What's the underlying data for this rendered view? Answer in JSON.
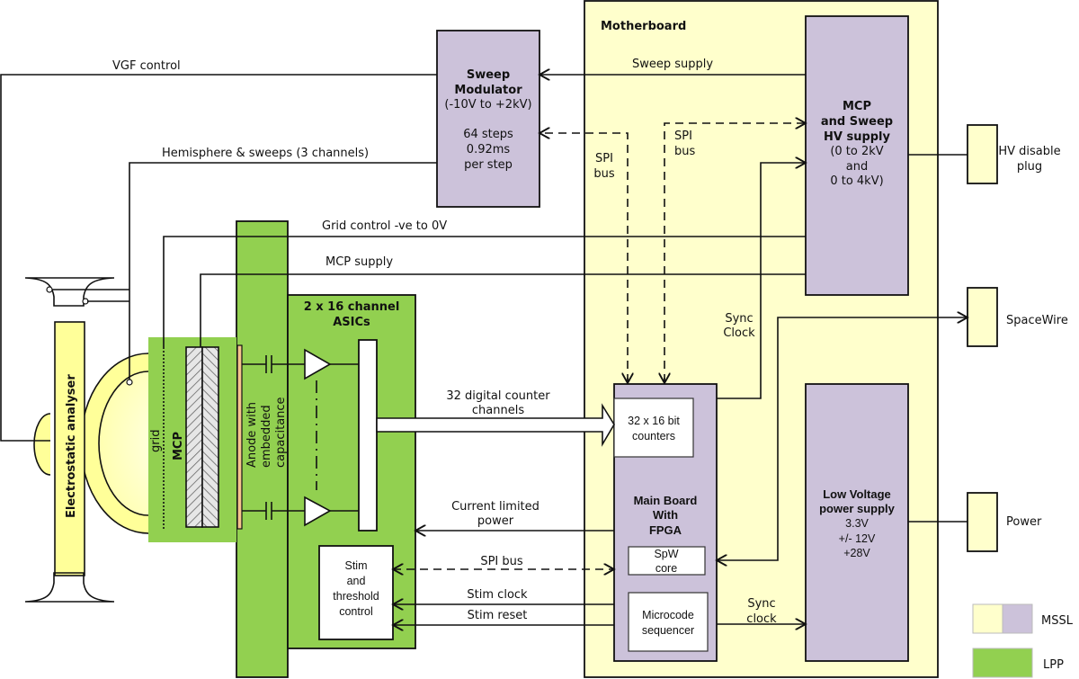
{
  "colors": {
    "mssl_yellow": "#FFFFCC",
    "mssl_purple": "#CCC2DA",
    "lpp_green": "#92D050",
    "analyser_yellow": "#FFFF99",
    "anode_orange": "#F4C48C"
  },
  "motherboard": {
    "title": "Motherboard"
  },
  "sweep_modulator": {
    "title_line1": "Sweep",
    "title_line2": "Modulator",
    "range": "(-10V to +2kV)",
    "steps": "64 steps",
    "step_time": "0.92ms",
    "per_step": "per step"
  },
  "hv_supply": {
    "line1": "MCP",
    "line2": "and Sweep",
    "line3": "HV supply",
    "line4": "(0 to 2kV",
    "line5": "and",
    "line6": "0 to 4kV)"
  },
  "main_board": {
    "title_line1": "Main Board",
    "title_line2": "With",
    "title_line3": "FPGA",
    "counters_line1": "32 x 16 bit",
    "counters_line2": "counters",
    "spw_line1": "SpW",
    "spw_line2": "core",
    "seq_line1": "Microcode",
    "seq_line2": "sequencer"
  },
  "lv_supply": {
    "title_line1": "Low Voltage",
    "title_line2": "power supply",
    "v1": "3.3V",
    "v2": "+/- 12V",
    "v3": "+28V"
  },
  "asics": {
    "title_line1": "2 x 16 channel",
    "title_line2": "ASICs"
  },
  "stim": {
    "line1": "Stim",
    "line2": "and",
    "line3": "threshold",
    "line4": "control"
  },
  "analyser": {
    "label": "Electrostatic analyser"
  },
  "mcp": {
    "label": "MCP",
    "grid_label": "grid"
  },
  "anode": {
    "line1": "Anode with",
    "line2": "embedded",
    "line3": "capacitance"
  },
  "connectors": {
    "hv_disable_line1": "HV disable",
    "hv_disable_line2": "plug",
    "spacewire": "SpaceWire",
    "power": "Power"
  },
  "signals": {
    "vgf_control": "VGF control",
    "sweep_supply": "Sweep supply",
    "hemisphere": "Hemisphere & sweeps (3 channels)",
    "grid_control": "Grid control  -ve to 0V",
    "mcp_supply": "MCP supply",
    "spi_bus_a_line1": "SPI",
    "spi_bus_a_line2": "bus",
    "spi_bus_b_line1": "SPI",
    "spi_bus_b_line2": "bus",
    "sync_clock_top_line1": "Sync",
    "sync_clock_top_line2": "Clock",
    "digital_counter_line1": "32 digital counter",
    "digital_counter_line2": "channels",
    "current_limited_line1": "Current limited",
    "current_limited_line2": "power",
    "spi_bus": "SPI bus",
    "stim_clock": "Stim clock",
    "stim_reset": "Stim reset",
    "sync_clock_bottom_line1": "Sync",
    "sync_clock_bottom_line2": "clock"
  },
  "legend": {
    "items": [
      {
        "label": "MSSL"
      },
      {
        "label": "LPP"
      }
    ]
  }
}
